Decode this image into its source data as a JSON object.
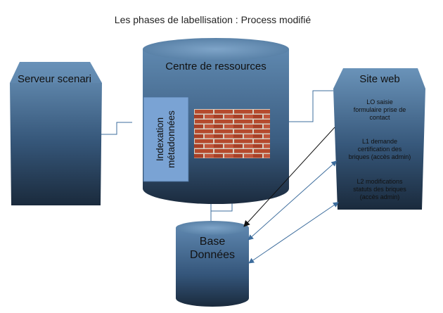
{
  "title": "Les phases de labellisation : Process modifié",
  "nodes": {
    "serveur_scenari": "Serveur scenari",
    "centre_de_ressources": "Centre de ressources",
    "indexation": [
      "Indexation",
      "métadonnées"
    ],
    "site_web": "Site web",
    "base_donnees": [
      "Base",
      "Données"
    ]
  },
  "site_web_items": [
    [
      "LO saisie",
      "formulaire prise de",
      "contact"
    ],
    [
      "L1 demande",
      "certification des",
      "briques (accès admin)"
    ],
    [
      "L2 modifications",
      "statuts des briques",
      "(accès admin)"
    ]
  ],
  "colors": {
    "shape_top": "#5d86ad",
    "shape_bottom": "#1d2d3f",
    "index_box": "#7aa3d4",
    "connector": "#3c6c9c",
    "arrow_dark": "#111111"
  },
  "icons": [
    "brick-wall-image"
  ]
}
